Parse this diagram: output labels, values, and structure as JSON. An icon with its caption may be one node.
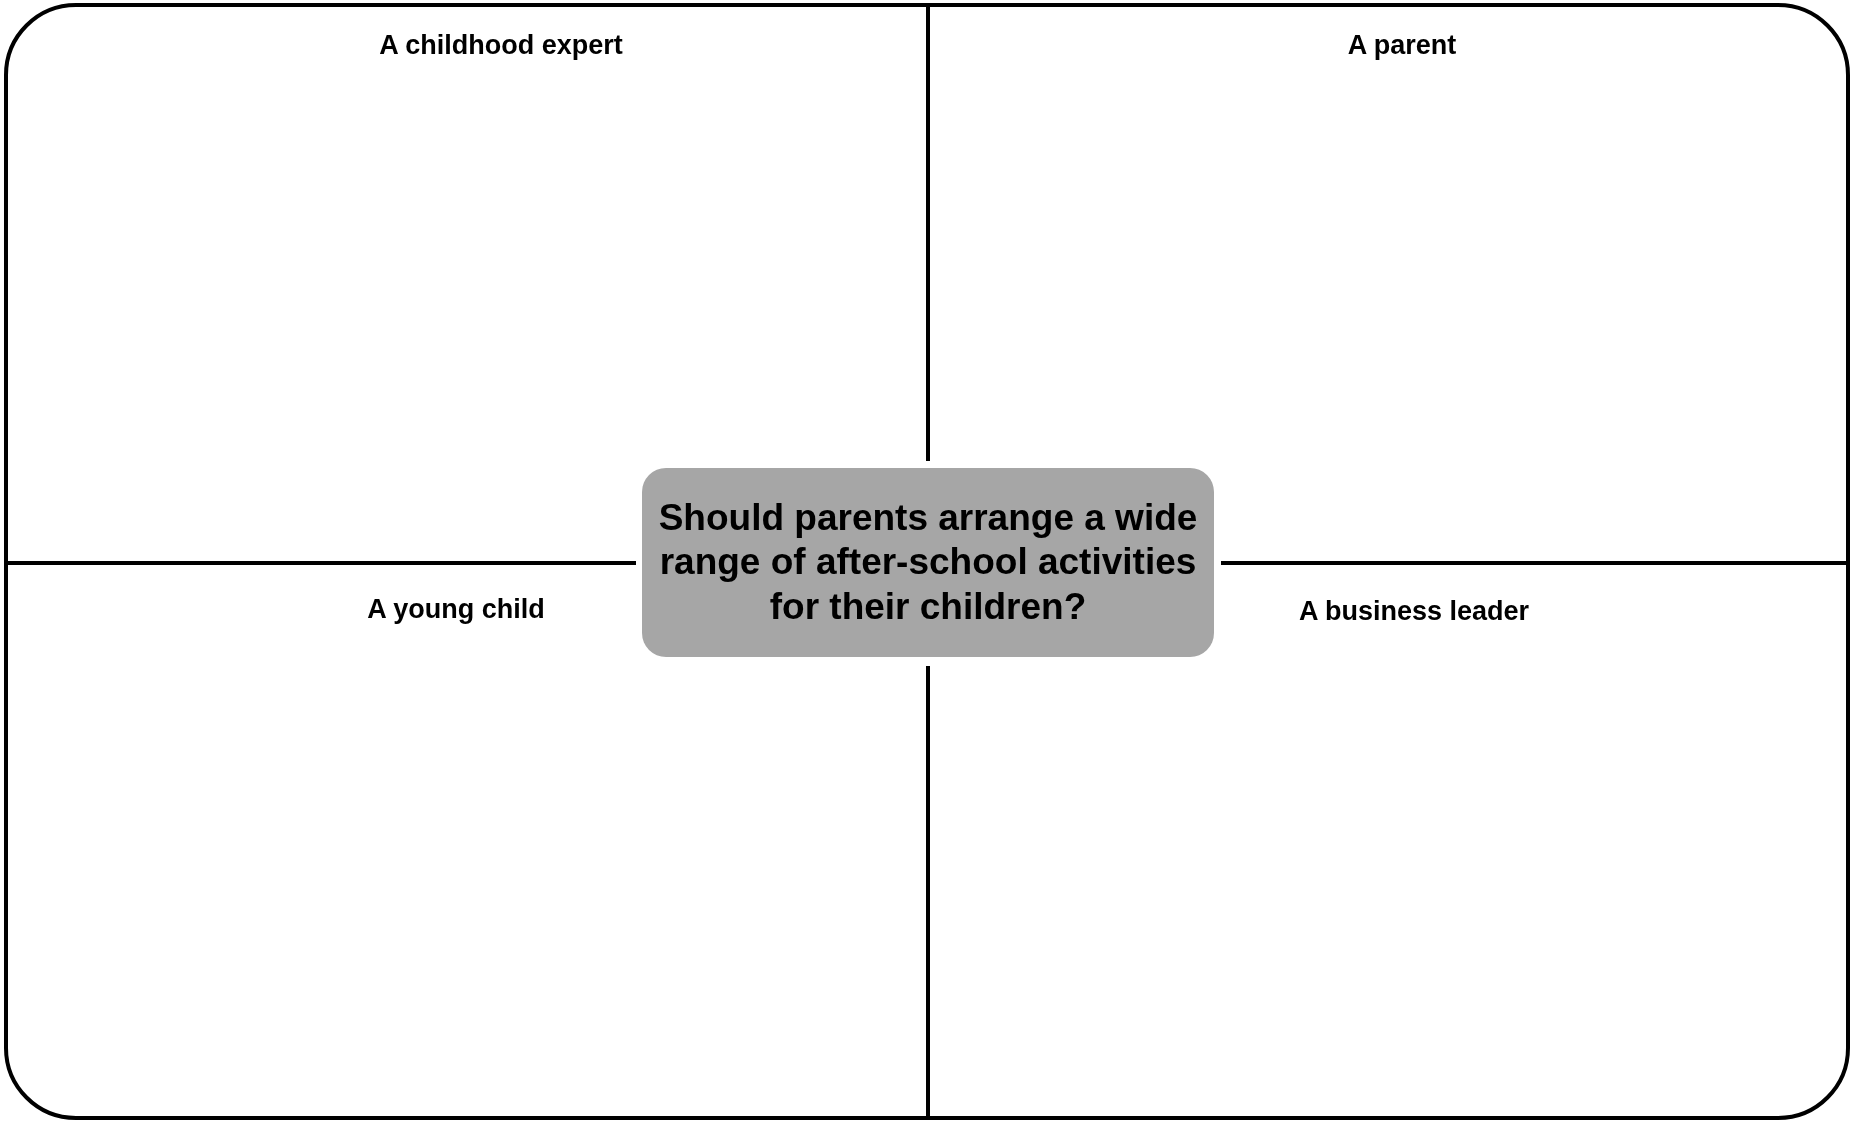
{
  "diagram": {
    "nodes": [
      {
        "text": [
          "Should parents arrange a wide range of after-school activities for their children?"
        ]
      }
    ],
    "labels": [
      "A childhood expert",
      "A parent",
      "A young child",
      "A business leader"
    ]
  }
}
